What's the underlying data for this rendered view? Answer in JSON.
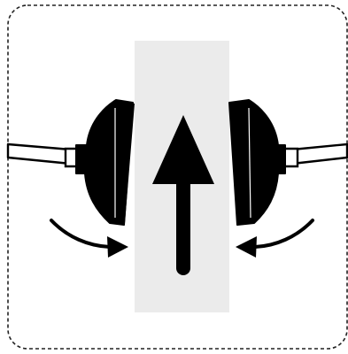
{
  "illustration": {
    "description_icons": [
      "dashed-frame",
      "gray-vertical-band",
      "up-arrow-icon",
      "left-earcup-shape",
      "right-earcup-shape",
      "left-cable",
      "right-cable",
      "left-curved-arrow-icon",
      "right-curved-arrow-icon"
    ],
    "colors": {
      "band": "#ebebeb",
      "ink": "#000000",
      "frame": "#222222",
      "background": "#ffffff"
    }
  }
}
